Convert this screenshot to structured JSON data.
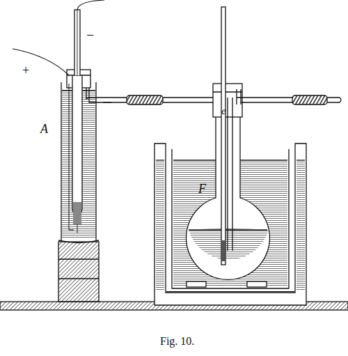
{
  "diagram": {
    "caption": "Fig. 10.",
    "labels": [
      "−",
      "+",
      "A",
      "e",
      "F"
    ]
  }
}
